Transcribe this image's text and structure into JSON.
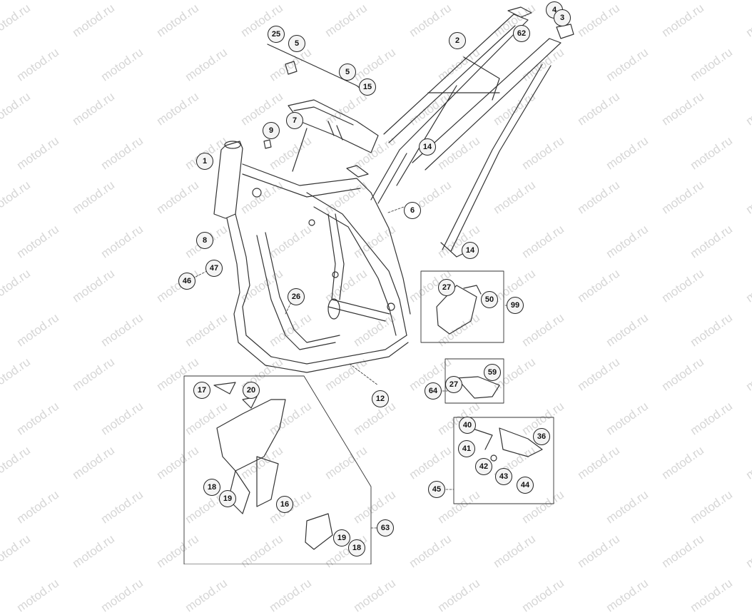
{
  "watermark": "motod.ru",
  "colors": {
    "line": "#333333",
    "watermark": "#d6d6d6",
    "callout_fill": "#f4f4f4"
  },
  "callouts": [
    "4",
    "3",
    "2",
    "62",
    "25",
    "5",
    "5",
    "15",
    "7",
    "9",
    "1",
    "14",
    "6",
    "8",
    "14",
    "47",
    "46",
    "27",
    "50",
    "99",
    "26",
    "59",
    "27",
    "64",
    "12",
    "17",
    "20",
    "40",
    "36",
    "41",
    "42",
    "43",
    "44",
    "45",
    "18",
    "19",
    "16",
    "63",
    "19",
    "18"
  ]
}
